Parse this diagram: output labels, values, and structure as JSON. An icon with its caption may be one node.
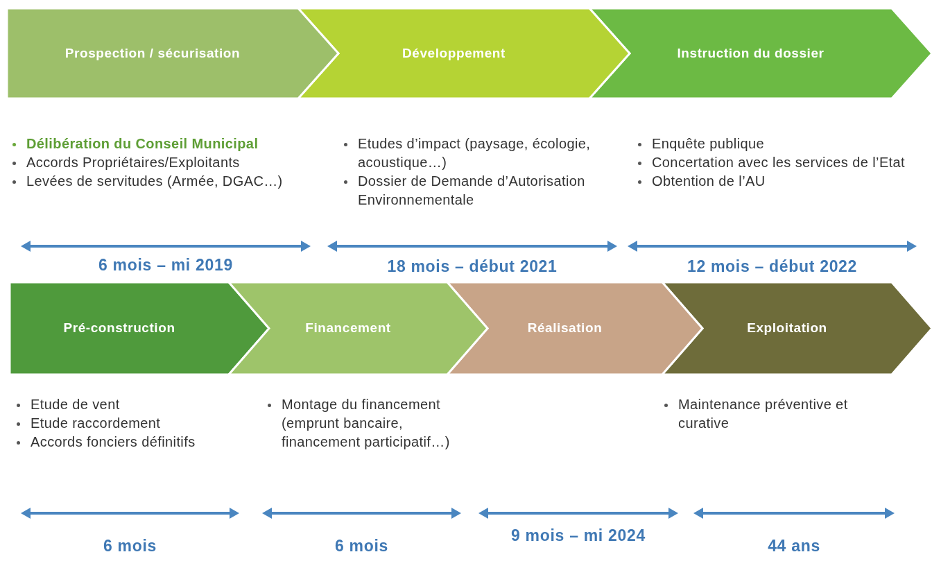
{
  "diagram": {
    "nodes": [
      {
        "text": [
          "Prospection / sécurisation"
        ]
      },
      {
        "text": [
          "Développement"
        ]
      },
      {
        "text": [
          "Instruction du dossier"
        ]
      },
      {
        "text": [
          "Pré-construction"
        ]
      },
      {
        "text": [
          "Financement"
        ]
      },
      {
        "text": [
          "Réalisation"
        ]
      },
      {
        "text": [
          "Exploitation"
        ]
      }
    ],
    "labels": [
      "Délibération du Conseil Municipal",
      "Accords Propriétaires/Exploitants",
      "Levées de servitudes (Armée, DGAC…)",
      "Etudes d’impact (paysage, écologie, acoustique…)",
      "Dossier de Demande d’Autorisation Environnementale",
      "Enquête publique",
      "Concertation avec les services de l’Etat",
      "Obtention de l’AU",
      "6 mois – mi 2019",
      "18 mois – début 2021",
      "12 mois – début 2022",
      "Etude de vent",
      "Etude raccordement",
      "Accords fonciers définitifs",
      "Montage du financement (emprunt bancaire, financement participatif…)",
      "Maintenance préventive et curative",
      "6 mois",
      "6 mois",
      "9 mois – mi 2024",
      "44 ans"
    ]
  }
}
